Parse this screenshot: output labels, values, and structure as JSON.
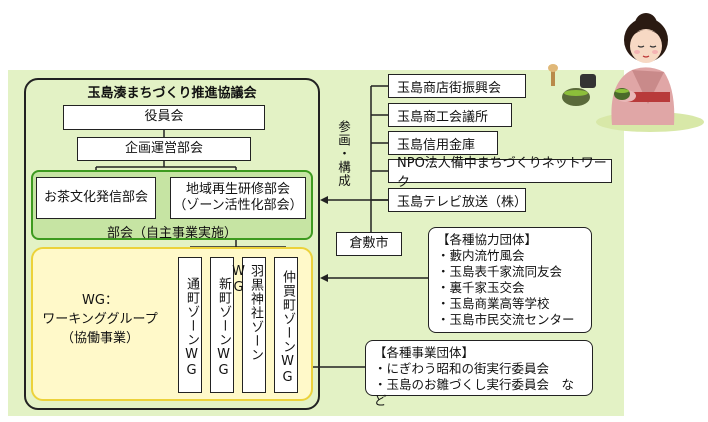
{
  "council_title": "玉島湊まちづくり推進協議会",
  "board": "役員会",
  "planning": "企画運営部会",
  "tea_dept": "お茶文化発信部会",
  "regional_dept": {
    "line1": "地域再生研修部会",
    "line2": "（ゾーン活性化部会）"
  },
  "bukai_label": "部会（自主事業実施）",
  "wg_label": {
    "line1": "WG：",
    "line2": "ワーキンググループ",
    "line3": "（協働事業）"
  },
  "zones": [
    "通町ゾーンWG",
    "新町ゾーンWG",
    "羽黒神社ゾーンWG",
    "仲買町ゾーンWG"
  ],
  "participation_label": "参画・構成",
  "members": [
    "玉島商店街振興会",
    "玉島商工会議所",
    "玉島信用金庫",
    "NPO法人備中まちづくりネットワーク",
    "玉島テレビ放送（株）"
  ],
  "kurashiki": "倉敷市",
  "cooperation": {
    "title": "【各種協力団体】",
    "items": [
      "・藪内流竹風会",
      "・玉島表千家流同友会",
      "・裏千家玉交会",
      "・玉島商業高等学校",
      "・玉島市民交流センター"
    ]
  },
  "business": {
    "title": "【各種事業団体】",
    "items": [
      "・にぎわう昭和の街実行委員会",
      "・玉島のお雛づくし実行委員会　など"
    ]
  },
  "illustration": "tea-ceremony-woman-icon",
  "colors": {
    "background": "#e3f2c5",
    "bukai_border": "#3d9a1f",
    "wg_border": "#ecd23a",
    "wg_fill": "#fff9c9"
  }
}
